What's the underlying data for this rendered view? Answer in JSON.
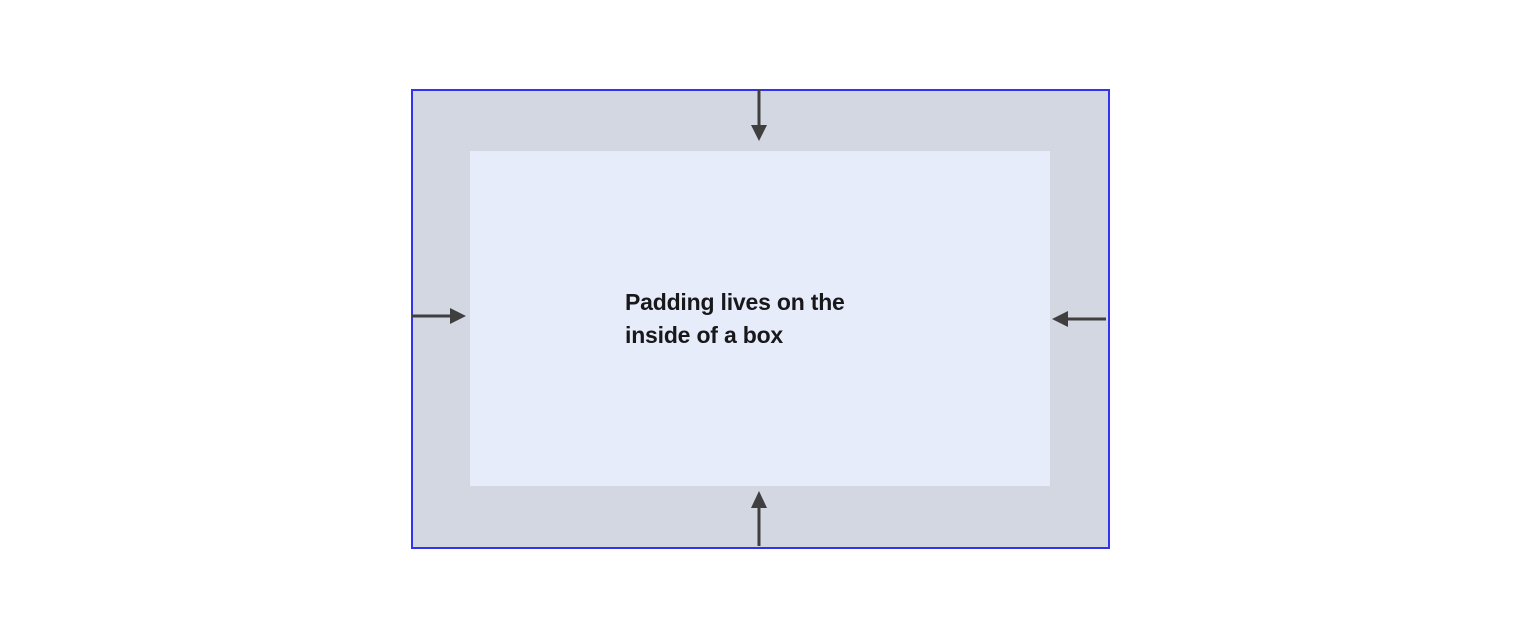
{
  "diagram": {
    "title": "CSS box model padding illustration",
    "padding_box": {
      "name": "padding-area",
      "border_color": "#3333ee",
      "fill_color": "#d2d7e2"
    },
    "content_box": {
      "name": "content-area",
      "fill_color": "#e7ecfa",
      "label": "Padding lives on the\ninside of a box",
      "text_color": "#18181b"
    },
    "arrows": {
      "stroke_color": "#3f3f3f",
      "top": {
        "icon": "arrow-down-icon",
        "direction": "down"
      },
      "bottom": {
        "icon": "arrow-up-icon",
        "direction": "up"
      },
      "left": {
        "icon": "arrow-right-icon",
        "direction": "right"
      },
      "right": {
        "icon": "arrow-left-icon",
        "direction": "left"
      }
    }
  }
}
